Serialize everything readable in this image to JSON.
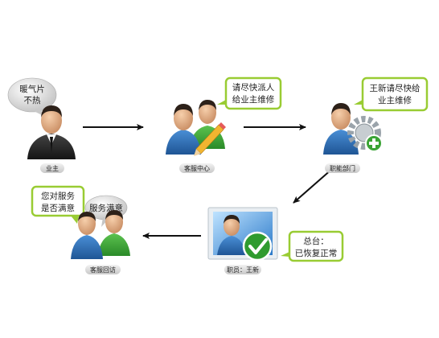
{
  "nodes": {
    "owner": {
      "label": "业主",
      "bubble": [
        "暖气片",
        "不热"
      ]
    },
    "service_center": {
      "label": "客服中心",
      "bubble": [
        "请尽快派人",
        "给业主维修"
      ]
    },
    "department": {
      "label": "职能部门",
      "bubble": [
        "王新请尽快给",
        "业主维修"
      ]
    },
    "staff": {
      "label": "职员：王新",
      "bubble": [
        "总台：",
        "已恢复正常"
      ]
    },
    "callback": {
      "label": "客服回访",
      "bubble": [
        "您对服务",
        "是否满意"
      ],
      "reply_bubble": "服务满意"
    }
  },
  "colors": {
    "bubble_border": "#99cc33",
    "arrow": "#111111",
    "shirt_blue": "#2e6fb8",
    "shirt_green": "#3aa335",
    "suit": "#2b2b2b",
    "skin": "#e8b58f",
    "hair": "#3a2a1e",
    "label_bg": "#dcdcdc",
    "gear": "#9aa3aa",
    "plus_green": "#3aa335",
    "check_green": "#2f9b2f"
  },
  "icons": {
    "pencil": "pencil-icon",
    "gear": "gear-plus-icon",
    "check": "checkmark-icon",
    "monitor": "monitor-icon"
  }
}
